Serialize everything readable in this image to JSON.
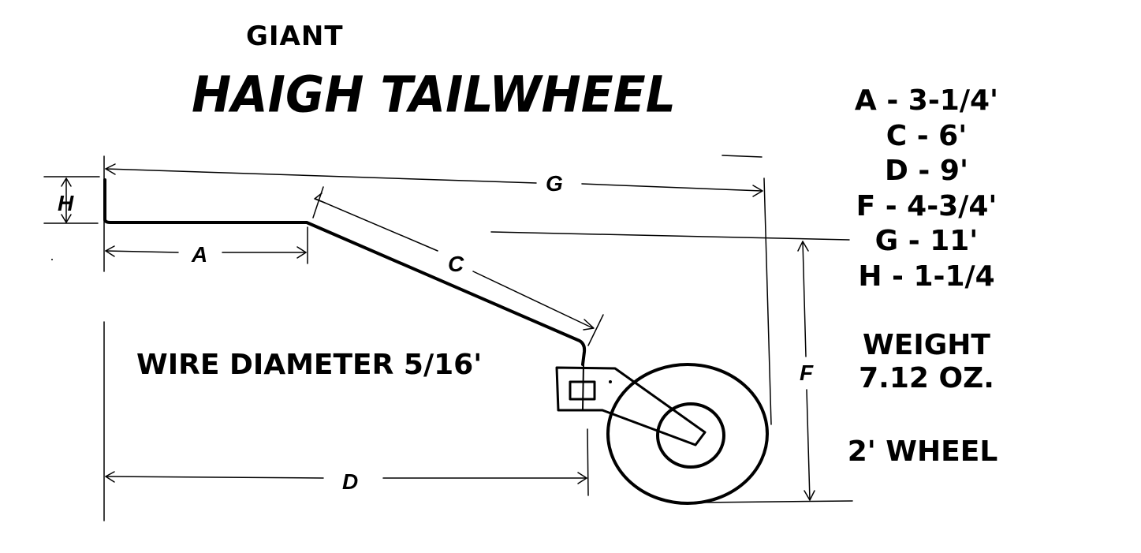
{
  "title": {
    "line1": "GIANT",
    "line2": "HAIGH TAILWHEEL"
  },
  "wire_note": "WIRE DIAMETER 5/16'",
  "dimension_labels": {
    "H": "H",
    "A": "A",
    "C": "C",
    "G": "G",
    "D": "D",
    "F": "F"
  },
  "specs": [
    "A - 3-1/4'",
    "C - 6'",
    "D - 9'",
    "F - 4-3/4'",
    "G - 11'",
    "H - 1-1/4"
  ],
  "weight": {
    "label": "WEIGHT",
    "value": "7.12 OZ."
  },
  "wheel_note": "2' WHEEL",
  "colors": {
    "ink": "#000000",
    "background": "#ffffff"
  }
}
